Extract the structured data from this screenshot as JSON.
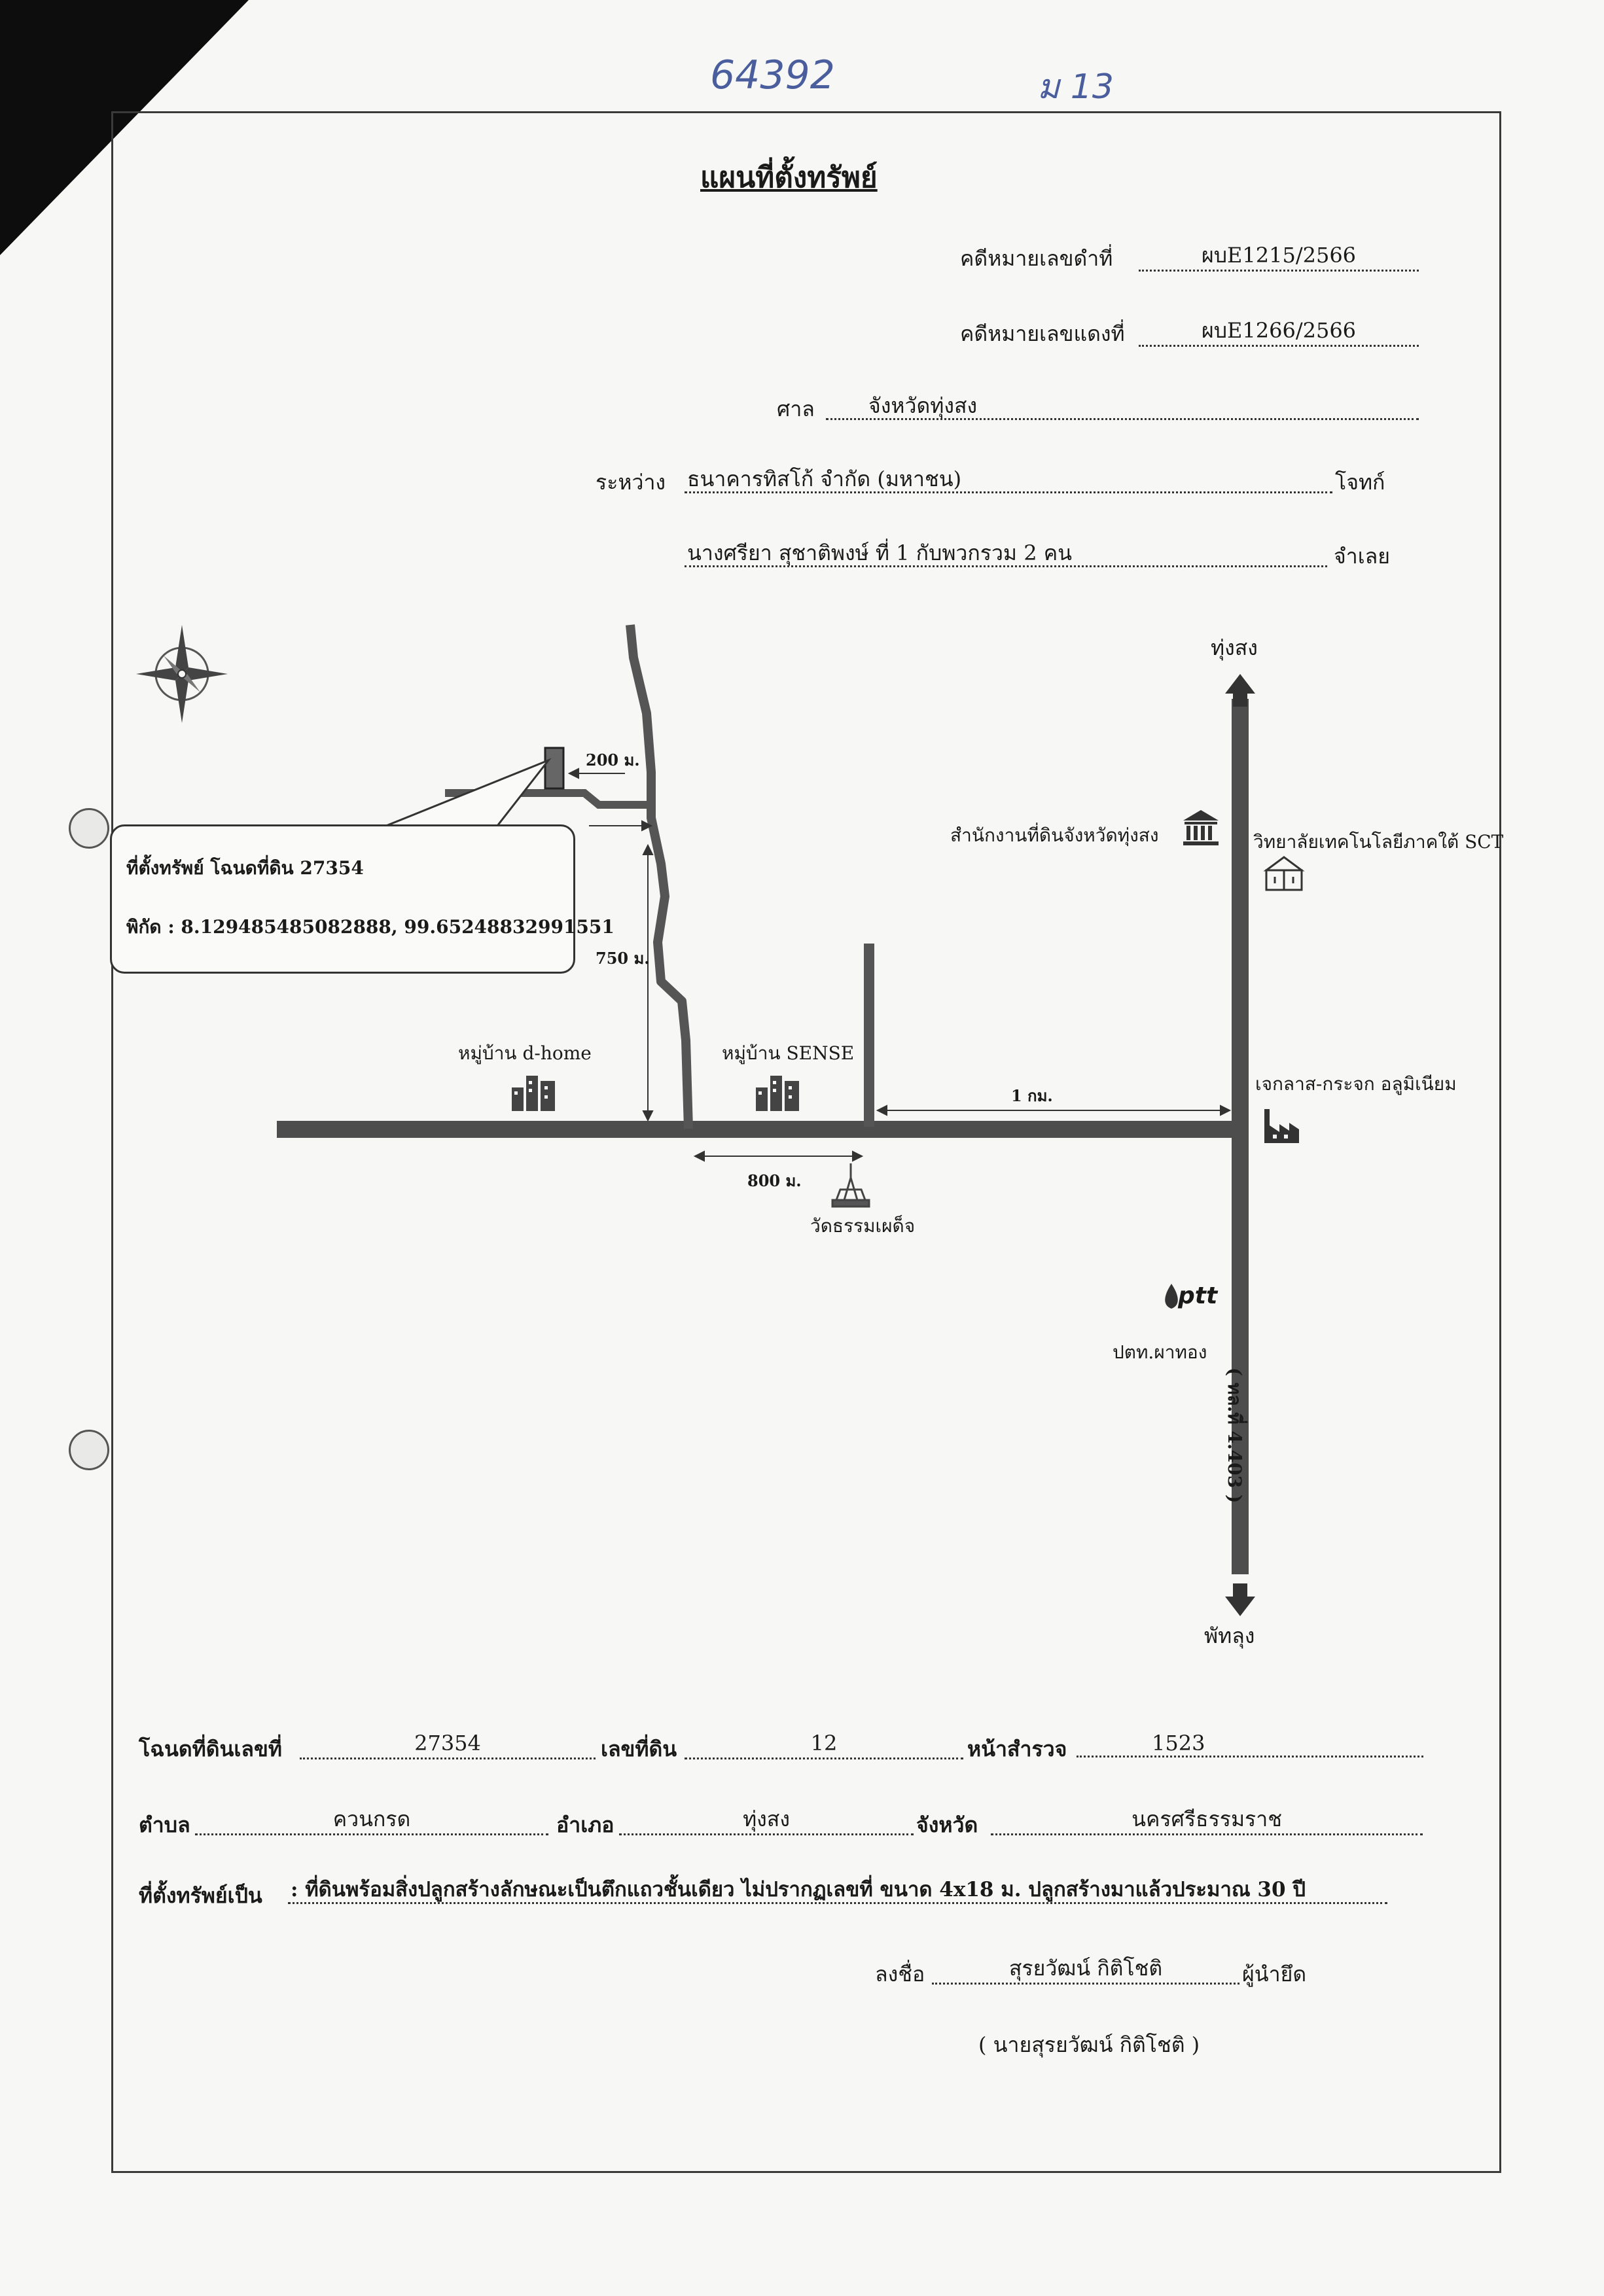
{
  "handwritten": {
    "left": "64392",
    "right": "ม 13"
  },
  "title": "แผนที่ตั้งทรัพย์",
  "case": {
    "black_label": "คดีหมายเลขดำที่",
    "black_value": "ผบE1215/2566",
    "red_label": "คดีหมายเลขแดงที่",
    "red_value": "ผบE1266/2566",
    "court_label": "ศาล",
    "court_value": "จังหวัดทุ่งสง",
    "between_label": "ระหว่าง",
    "plaintiff_value": "ธนาคารทิสโก้ จำกัด (มหาชน)",
    "plaintiff_label": "โจทก์",
    "defendant_value": "นางศรียา สุชาติพงษ์ ที่ 1 กับพวกรวม 2 คน",
    "defendant_label": "จำเลย"
  },
  "map": {
    "north_dest": "ทุ่งสง",
    "south_dest": "พัทลุง",
    "road_code": "( ทล.ที่ 4.403 )",
    "callout_line1": "ที่ตั้งทรัพย์ โฉนดที่ดิน 27354",
    "callout_line2": "พิกัด : 8.129485485082888, 99.65248832991551",
    "dist_200": "200 ม.",
    "dist_750": "750 ม.",
    "dist_800": "800 ม.",
    "dist_1km": "1 กม.",
    "village_dhome": "หมู่บ้าน d-home",
    "village_sense": "หมู่บ้าน SENSE",
    "temple": "วัดธรรมเผด็จ",
    "land_office": "สำนักงานที่ดินจังหวัดทุ่งสง",
    "college": "วิทยาลัยเทคโนโลยีภาคใต้ SCT",
    "factory": "เจกลาส-กระจก อลูมิเนียม",
    "ptt_logo": "ptt",
    "ptt_name": "ปตท.ผาทอง",
    "compass_icon": "compass-rose-icon"
  },
  "land": {
    "deed_label": "โฉนดที่ดินเลขที่",
    "deed_value": "27354",
    "land_no_label": "เลขที่ดิน",
    "land_no_value": "12",
    "survey_label": "หน้าสำรวจ",
    "survey_value": "1523",
    "subdistrict_label": "ตำบล",
    "subdistrict_value": "ควนกรด",
    "district_label": "อำเภอ",
    "district_value": "ทุ่งสง",
    "province_label": "จังหวัด",
    "province_value": "นครศรีธรรมราช",
    "property_label": "ที่ตั้งทรัพย์เป็น",
    "property_value": ": ที่ดินพร้อมสิ่งปลูกสร้างลักษณะเป็นตึกแถวชั้นเดียว ไม่ปรากฏเลขที่ ขนาด 4x18 ม. ปลูกสร้างมาแล้วประมาณ 30 ปี"
  },
  "signature": {
    "sign_label": "ลงชื่อ",
    "sign_value": "สุรยวัฒน์ กิติโชติ",
    "role": "ผู้นำยึด",
    "printed_name": "( นายสุรยวัฒน์ กิติโชติ )"
  }
}
